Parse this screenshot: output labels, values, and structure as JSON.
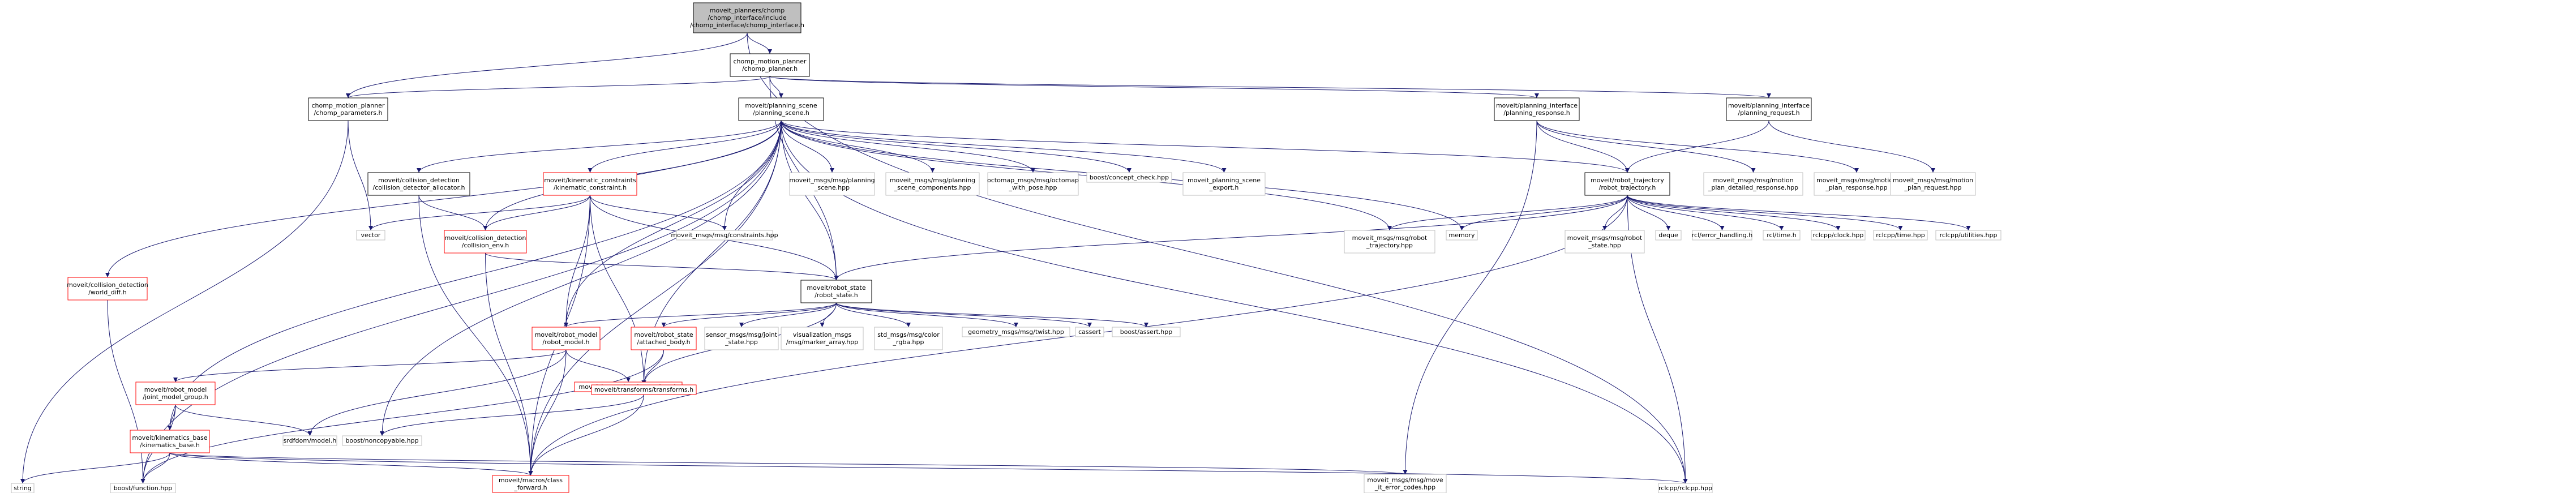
{
  "title": "moveit_planners/chomp/chomp_interface/include/chomp_interface/chomp_interface.h",
  "colors": {
    "edge": "#191970",
    "root_fill": "#bfbfbf",
    "black_border": "#000000",
    "red_border": "#ff0000",
    "grey_border": "#bfbfbf",
    "text": "#000000"
  },
  "nodes": {
    "root": [
      "moveit_planners/chomp",
      "/chomp_interface/include",
      "/chomp_interface/chomp_interface.h"
    ],
    "chomp_planner": [
      "chomp_motion_planner",
      "/chomp_planner.h"
    ],
    "chomp_params": [
      "chomp_motion_planner",
      "/chomp_parameters.h"
    ],
    "planning_scene": [
      "moveit/planning_scene",
      "/planning_scene.h"
    ],
    "planning_response": [
      "moveit/planning_interface",
      "/planning_response.h"
    ],
    "planning_request": [
      "moveit/planning_interface",
      "/planning_request.h"
    ],
    "rclcpp": [
      "rclcpp/rclcpp.hpp"
    ],
    "string": [
      "string"
    ],
    "world_diff": [
      "moveit/collision_detection",
      "/world_diff.h"
    ],
    "boost_function": [
      "boost/function.hpp"
    ],
    "cd_allocator": [
      "moveit/collision_detection",
      "/collision_detector_allocator.h"
    ],
    "vector": [
      "vector"
    ],
    "collision_env": [
      "moveit/collision_detection",
      "/collision_env.h"
    ],
    "kin_constraint": [
      "moveit/kinematic_constraints",
      "/kinematic_constraint.h"
    ],
    "constraints_hpp": [
      "moveit_msgs/msg/constraints.hpp"
    ],
    "ps_msg": [
      "moveit_msgs/msg/planning",
      "_scene.hpp"
    ],
    "ps_components": [
      "moveit_msgs/msg/planning",
      "_scene_components.hpp"
    ],
    "octomap": [
      "octomap_msgs/msg/octomap",
      "_with_pose.hpp"
    ],
    "concept_check": [
      "boost/concept_check.hpp"
    ],
    "ps_export": [
      "moveit_planning_scene",
      "_export.h"
    ],
    "robot_trajectory": [
      "moveit/robot_trajectory",
      "/robot_trajectory.h"
    ],
    "robot_traj_msg": [
      "moveit_msgs/msg/robot",
      "_trajectory.hpp"
    ],
    "memory": [
      "memory"
    ],
    "robot_state_msg": [
      "moveit_msgs/msg/robot",
      "_state.hpp"
    ],
    "deque": [
      "deque"
    ],
    "error_handling": [
      "rcl/error_handling.h"
    ],
    "rcl_time": [
      "rcl/time.h"
    ],
    "clock": [
      "rclcpp/clock.hpp"
    ],
    "rclcpp_time": [
      "rclcpp/time.hpp"
    ],
    "utilities": [
      "rclcpp/utilities.hpp"
    ],
    "detailed_response": [
      "moveit_msgs/msg/motion",
      "_plan_detailed_response.hpp"
    ],
    "plan_response": [
      "moveit_msgs/msg/motion",
      "_plan_response.hpp"
    ],
    "plan_request": [
      "moveit_msgs/msg/motion",
      "_plan_request.hpp"
    ],
    "robot_state": [
      "moveit/robot_state",
      "/robot_state.h"
    ],
    "robot_model": [
      "moveit/robot_model",
      "/robot_model.h"
    ],
    "attached_body": [
      "moveit/robot_state",
      "/attached_body.h"
    ],
    "joint_state": [
      "sensor_msgs/msg/joint",
      "_state.hpp"
    ],
    "marker_array": [
      "visualization_msgs",
      "/msg/marker_array.hpp"
    ],
    "color_rgba": [
      "std_msgs/msg/color",
      "_rgba.hpp"
    ],
    "twist": [
      "geometry_msgs/msg/twist.hpp"
    ],
    "cassert": [
      "cassert"
    ],
    "boost_assert": [
      "boost/assert.hpp"
    ],
    "exceptions": [
      "moveit/exceptions/exceptions.h"
    ],
    "jmg": [
      "moveit/robot_model",
      "/joint_model_group.h"
    ],
    "transforms": [
      "moveit/transforms/transforms.h"
    ],
    "noncopyable": [
      "boost/noncopyable.hpp"
    ],
    "srdfdom": [
      "srdfdom/model.h"
    ],
    "kin_base": [
      "moveit/kinematics_base",
      "/kinematics_base.h"
    ],
    "class_forward": [
      "moveit/macros/class",
      "_forward.h"
    ],
    "move_it_error": [
      "moveit_msgs/msg/move",
      "_it_error_codes.hpp"
    ]
  }
}
